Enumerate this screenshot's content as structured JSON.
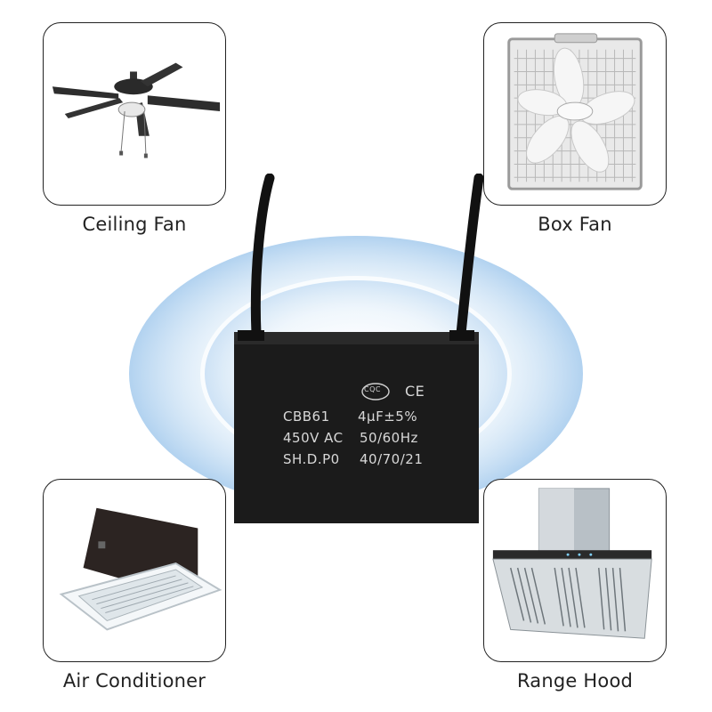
{
  "cards": {
    "ceiling_fan": {
      "label": "Ceiling Fan"
    },
    "box_fan": {
      "label": "Box Fan"
    },
    "air_conditioner": {
      "label": "Air Conditioner"
    },
    "range_hood": {
      "label": "Range Hood"
    }
  },
  "capacitor": {
    "cert_mark": "CQC",
    "ce_mark": "CE",
    "model": "CBB61",
    "capacitance": "4µF±5%",
    "voltage": "450V AC",
    "frequency": "50/60Hz",
    "class": "SH.D.P0",
    "climatic": "40/70/21"
  },
  "colors": {
    "glow": "#bcd9f2",
    "capacitor_body": "#1b1b1b",
    "card_border": "#222222"
  }
}
